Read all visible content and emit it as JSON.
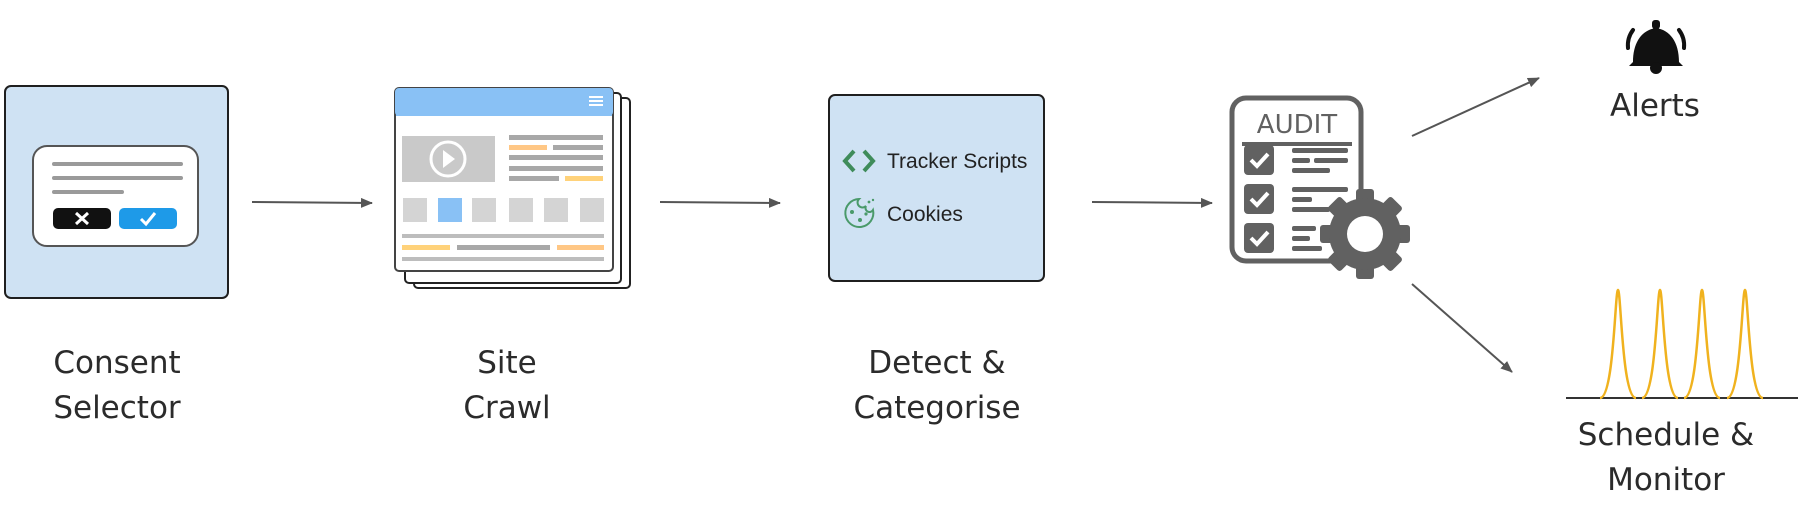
{
  "steps": [
    {
      "id": "consent",
      "caption_line1": "Consent",
      "caption_line2": "Selector"
    },
    {
      "id": "crawl",
      "caption_line1": "Site",
      "caption_line2": "Crawl"
    },
    {
      "id": "detect",
      "caption_line1": "Detect &",
      "caption_line2": "Categorise",
      "items": [
        "Tracker Scripts",
        "Cookies"
      ]
    },
    {
      "id": "audit",
      "badge": "AUDIT"
    }
  ],
  "outputs": {
    "alerts": {
      "label": "Alerts"
    },
    "schedule": {
      "line1": "Schedule &",
      "line2": "Monitor"
    }
  },
  "colors": {
    "panel_fill": "#cfe2f3",
    "panel_stroke": "#1f1f1f",
    "browser_bar": "#89c1f5",
    "accent_blue": "#1e9ae8",
    "accent_orange": "#ffc785",
    "accent_yellow": "#ffd27a",
    "code_green": "#3f8c5a",
    "icon_gray": "#555555",
    "spike_gold": "#f0b21e"
  },
  "icons": [
    "consent-dialog-icon",
    "browser-pages-icon",
    "code-brackets-icon",
    "cookie-icon",
    "audit-clipboard-icon",
    "gear-icon",
    "bell-icon",
    "activity-spikes-icon"
  ]
}
